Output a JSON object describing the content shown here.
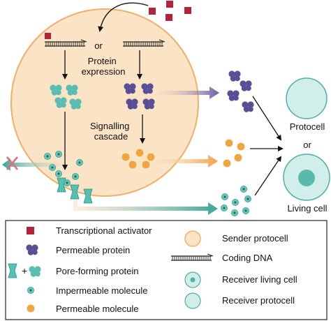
{
  "diagram": {
    "or_top": "or",
    "protein_expression": [
      "Protein",
      "expression"
    ],
    "signalling_cascade": [
      "Signalling",
      "cascade"
    ],
    "protocell": "Protocell",
    "or_right": "or",
    "living_cell": "Living cell"
  },
  "legend": {
    "left": [
      {
        "icon": "square-activator-icon",
        "label": "Transcriptional activator"
      },
      {
        "icon": "permeable-protein-icon",
        "label": "Permeable protein"
      },
      {
        "icon": "pore-forming-protein-icon",
        "label": "Pore-forming protein"
      },
      {
        "icon": "impermeable-molecule-icon",
        "label": "Impermeable molecule"
      },
      {
        "icon": "permeable-molecule-icon",
        "label": "Permeable molecule"
      }
    ],
    "right": [
      {
        "icon": "sender-protocell-icon",
        "label": "Sender protocell"
      },
      {
        "icon": "coding-dna-icon",
        "label": "Coding DNA"
      },
      {
        "icon": "receiver-living-cell-icon",
        "label": "Receiver living cell"
      },
      {
        "icon": "receiver-protocell-icon",
        "label": "Receiver protocell"
      }
    ]
  },
  "colors": {
    "sender_fill": "#fbe3c5",
    "sender_stroke": "#efb06a",
    "activator": "#b3243a",
    "permeable_protein": "#5a4f96",
    "pore_protein": "#5bbdb1",
    "impermeable_molecule": "#68c7b8",
    "permeable_molecule": "#f0a541",
    "receiver_fill": "#d2eeea",
    "receiver_stroke": "#4fb0a3",
    "inhibit_cross": "#e0707a"
  }
}
